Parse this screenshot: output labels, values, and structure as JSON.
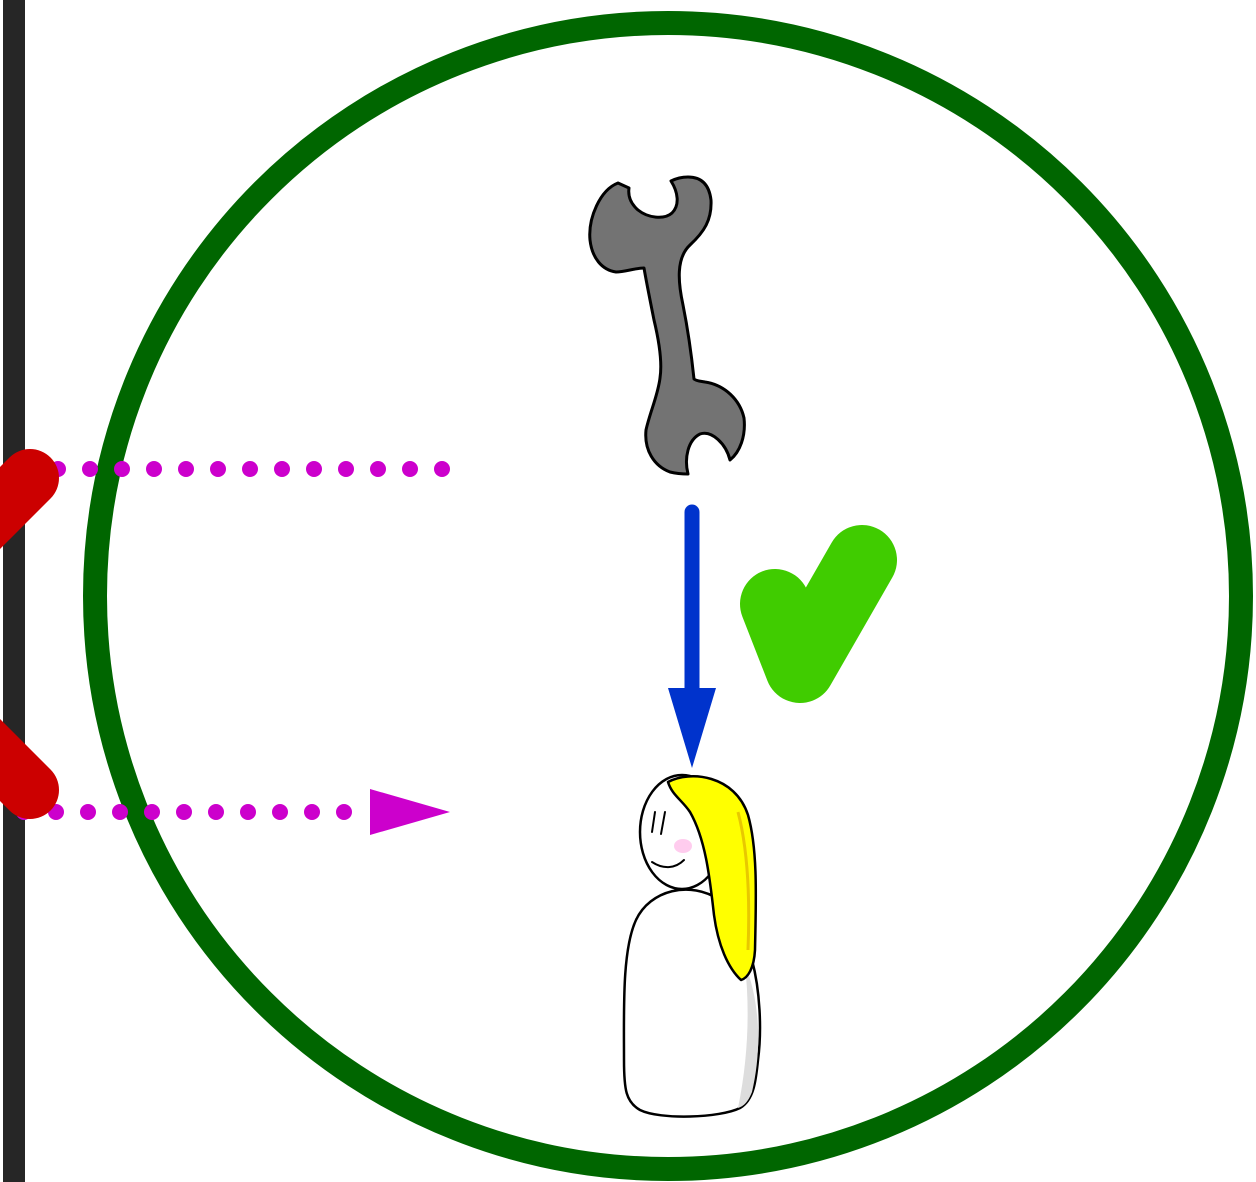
{
  "diagram": {
    "elements": [
      {
        "id": "boundary-wall",
        "kind": "wall"
      },
      {
        "id": "scope-circle",
        "kind": "circle"
      },
      {
        "id": "wrench-icon",
        "kind": "icon"
      },
      {
        "id": "person-figure",
        "kind": "figure"
      },
      {
        "id": "allowed-arrow",
        "kind": "arrow",
        "from": "wrench-icon",
        "to": "person-figure"
      },
      {
        "id": "check-icon",
        "kind": "icon",
        "meaning": "allowed"
      },
      {
        "id": "blocked-outbound-path",
        "kind": "dotted-line"
      },
      {
        "id": "blocked-inbound-arrow",
        "kind": "dotted-arrow"
      },
      {
        "id": "cross-icon",
        "kind": "icon",
        "meaning": "blocked"
      }
    ]
  },
  "colors": {
    "wall": "#262626",
    "circle": "#006600",
    "wrench": "#737373",
    "allowed_arrow": "#0033cc",
    "check": "#40cc00",
    "blocked_path": "#cc00cc",
    "cross": "#cc0000",
    "hair": "#ffff00",
    "blush": "#ffccee",
    "body_shade": "#dddddd",
    "outline": "#000000"
  }
}
